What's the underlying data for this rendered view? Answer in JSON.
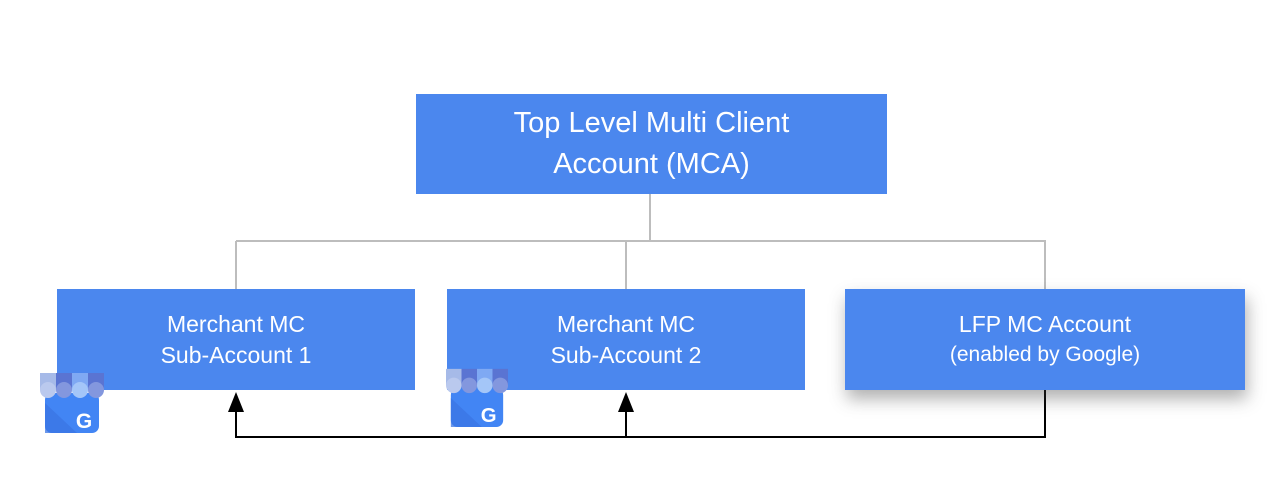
{
  "colors": {
    "node_fill": "#4b87ee",
    "node_text": "#ffffff",
    "tree_line": "#bdbdbd",
    "arrow_line": "#000000",
    "icon_body_blue": "#4285f4"
  },
  "nodes": {
    "mca": {
      "line1": "Top Level Multi Client",
      "line2": "Account (MCA)"
    },
    "sub1": {
      "line1": "Merchant MC",
      "line2": "Sub-Account 1"
    },
    "sub2": {
      "line1": "Merchant MC",
      "line2": "Sub-Account 2"
    },
    "lfp": {
      "line1": "LFP MC Account",
      "line2": "(enabled by Google)"
    }
  },
  "edges": [
    {
      "from": "mca",
      "to": "sub1",
      "style": "tree-line"
    },
    {
      "from": "mca",
      "to": "sub2",
      "style": "tree-line"
    },
    {
      "from": "mca",
      "to": "lfp",
      "style": "tree-line"
    },
    {
      "from": "lfp",
      "to": "sub1",
      "style": "black-arrow"
    },
    {
      "from": "lfp",
      "to": "sub2",
      "style": "black-arrow"
    }
  ],
  "icons": {
    "google_my_business": "storefront-awning-with-G-letter"
  }
}
